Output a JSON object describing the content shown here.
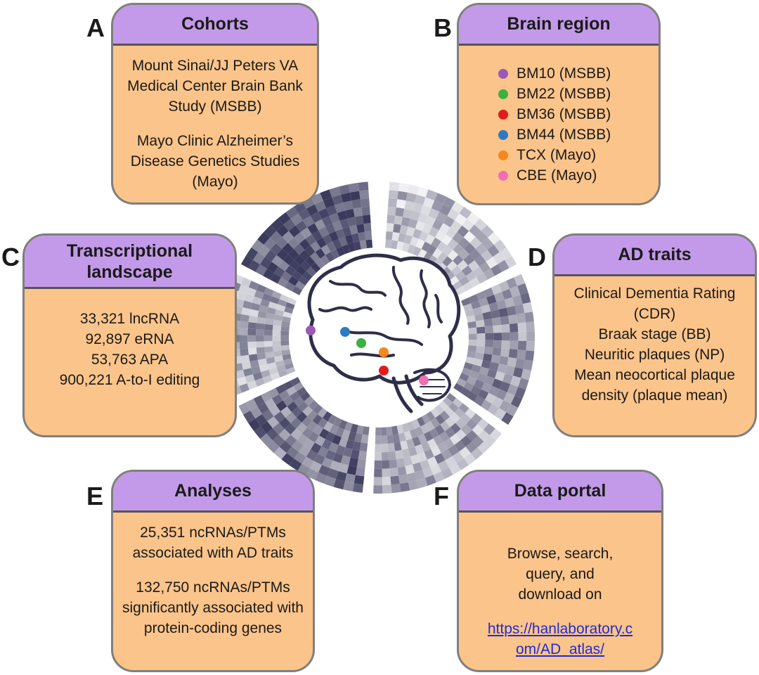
{
  "panels": {
    "a": {
      "letter": "A",
      "title": "Cohorts",
      "text1": "Mount Sinai/JJ Peters VA Medical Center Brain Bank Study (MSBB)",
      "text2": "Mayo Clinic Alzheimer’s Disease Genetics Studies (Mayo)"
    },
    "b": {
      "letter": "B",
      "title": "Brain region",
      "regions": [
        {
          "label": "BM10 (MSBB)",
          "color": "#9b59b6"
        },
        {
          "label": "BM22 (MSBB)",
          "color": "#3cb043"
        },
        {
          "label": "BM36 (MSBB)",
          "color": "#e31b1b"
        },
        {
          "label": "BM44 (MSBB)",
          "color": "#2e7bc4"
        },
        {
          "label": "TCX (Mayo)",
          "color": "#f7861c"
        },
        {
          "label": "CBE (Mayo)",
          "color": "#ef6fb0"
        }
      ]
    },
    "c": {
      "letter": "C",
      "title": "Transcriptional landscape",
      "lines": [
        "33,321 lncRNA",
        "92,897 eRNA",
        "53,763 APA",
        "900,221 A-to-I editing"
      ]
    },
    "d": {
      "letter": "D",
      "title": "AD traits",
      "lines": [
        "Clinical Dementia Rating (CDR)",
        "Braak stage (BB)",
        "Neuritic plaques (NP)",
        "Mean neocortical plaque density (plaque mean)"
      ]
    },
    "e": {
      "letter": "E",
      "title": "Analyses",
      "text1": "25,351 ncRNAs/PTMs associated with AD traits",
      "text2": "132,750 ncRNAs/PTMs significantly associated with protein-coding genes"
    },
    "f": {
      "letter": "F",
      "title": "Data portal",
      "text": "Browse, search, query, and download on",
      "link": "https://hanlaboratory.com/AD_atlas/"
    }
  },
  "heatmap_colors": {
    "dark": "#3a3a5c",
    "light": "#ffffff"
  },
  "brain_outline_color": "#2e2e4a"
}
